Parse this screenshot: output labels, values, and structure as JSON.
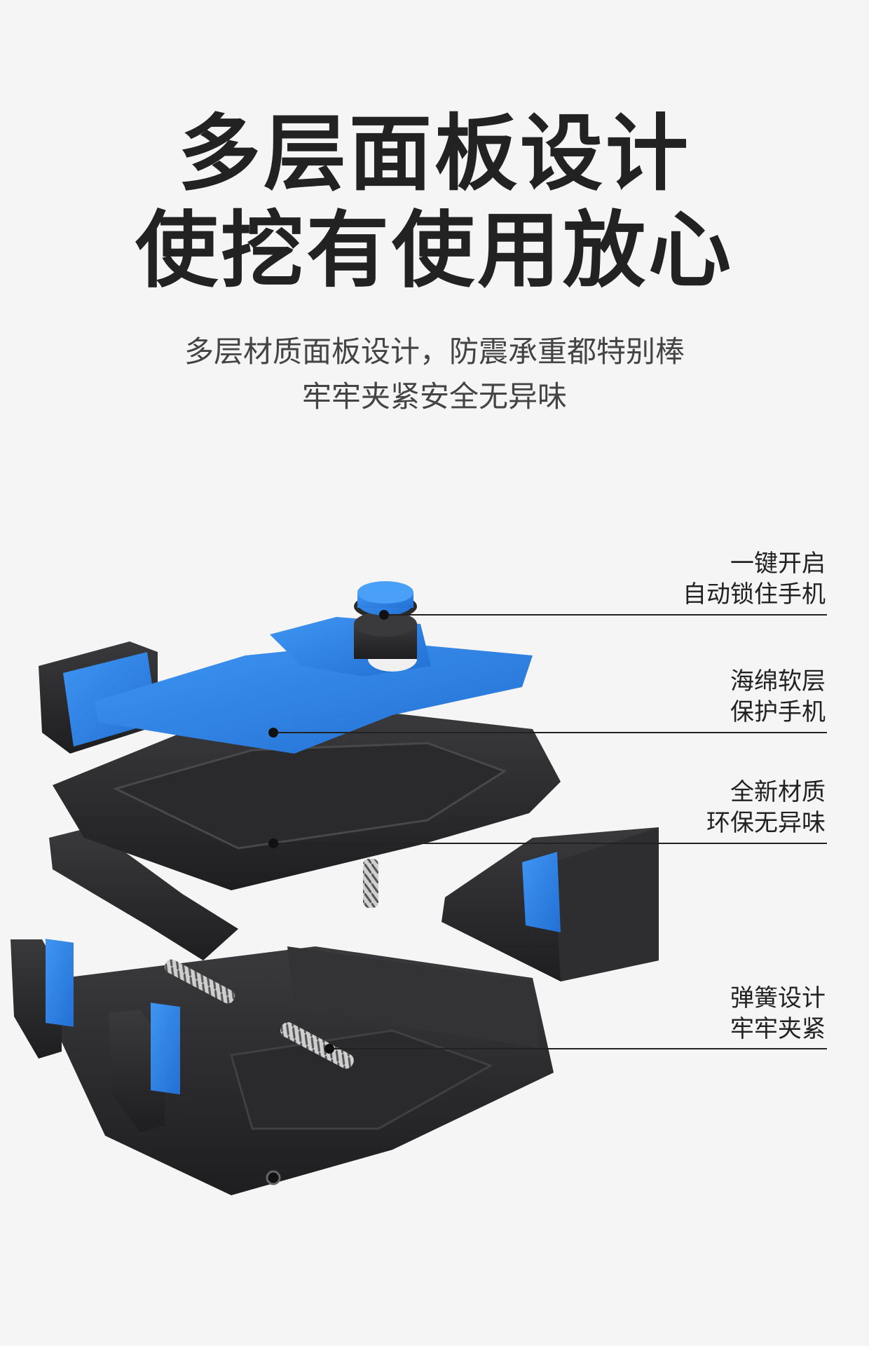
{
  "heading": {
    "line1": "多层面板设计",
    "line2": "使挖有使用放心"
  },
  "subheading": {
    "line1": "多层材质面板设计，防震承重都特别棒",
    "line2": "牢牢夹紧安全无异味"
  },
  "callouts": [
    {
      "line1": "一键开启",
      "line2": "自动锁住手机"
    },
    {
      "line1": "海绵软层",
      "line2": "保护手机"
    },
    {
      "line1": "全新材质",
      "line2": "环保无异味"
    },
    {
      "line1": "弹簧设计",
      "line2": "牢牢夹紧"
    }
  ],
  "colors": {
    "accent_blue": "#2f86e6",
    "part_dark": "#2b2b2d",
    "background": "#f5f5f5"
  }
}
